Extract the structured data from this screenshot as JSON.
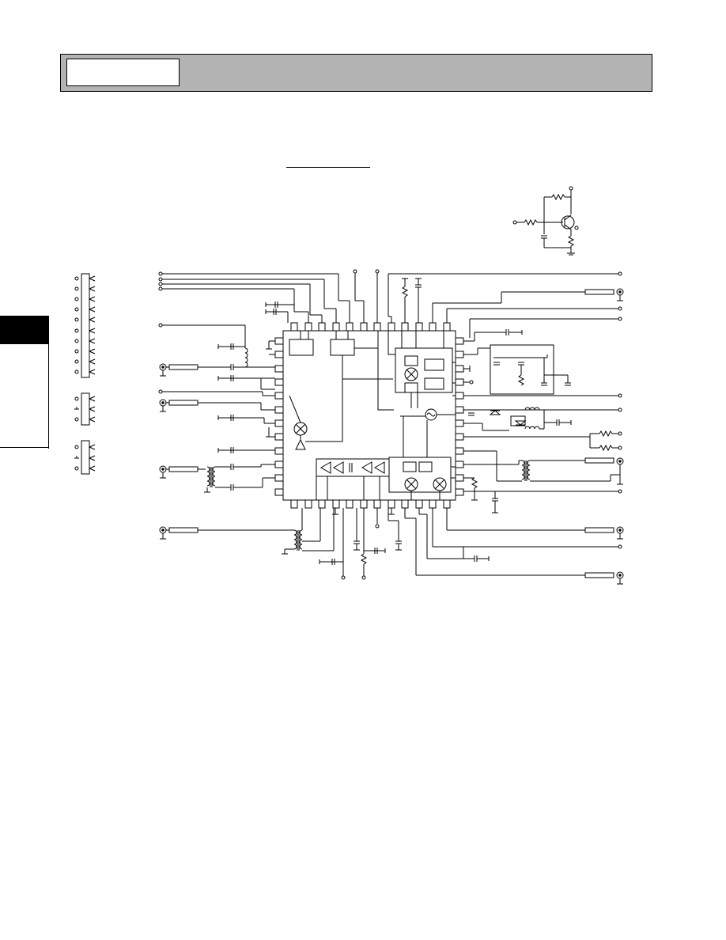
{
  "header": {
    "label": ""
  },
  "figure": {
    "caption": ""
  },
  "colors": {
    "header_fill": "#b3b3b3",
    "ink": "#000000",
    "paper": "#ffffff"
  },
  "ic": {
    "top_pin_count": 12,
    "bottom_pin_count": 12,
    "left_pin_count": 12,
    "right_pin_count": 12
  },
  "connector_groups": [
    {
      "name": "",
      "pin_count": 10
    },
    {
      "name": "",
      "pin_count": 3
    },
    {
      "name": "",
      "pin_count": 3
    }
  ],
  "icons": [
    "ground-icon",
    "capacitor-icon",
    "resistor-icon",
    "inductor-icon",
    "transformer-icon",
    "mixer-icon",
    "amplifier-icon",
    "oscillator-icon",
    "transistor-icon",
    "diode-icon",
    "coax-connector-icon"
  ]
}
